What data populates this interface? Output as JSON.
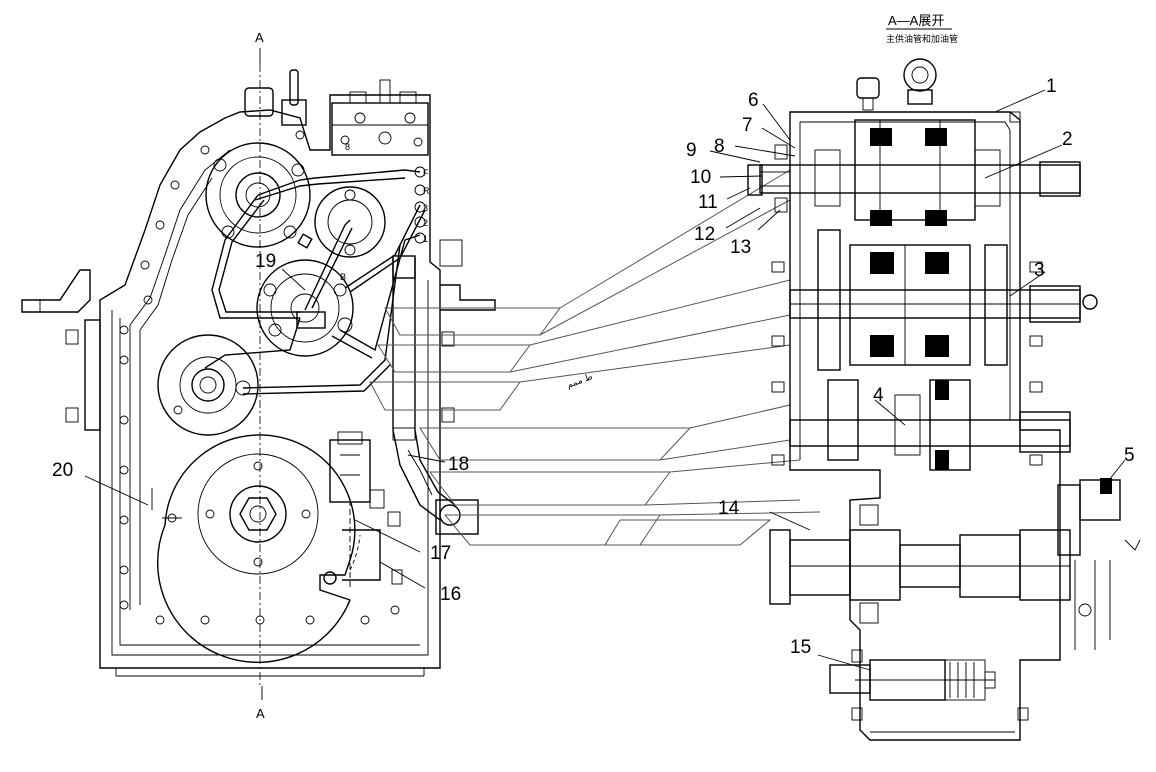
{
  "section": {
    "top_mark": "A",
    "bottom_mark": "A",
    "title": "A—A展开",
    "subtitle": "主供油管和加油管"
  },
  "port_labels": [
    "F",
    "R",
    "3",
    "2",
    "1"
  ],
  "callouts": [
    {
      "id": "1",
      "text": "1"
    },
    {
      "id": "2",
      "text": "2"
    },
    {
      "id": "3",
      "text": "3"
    },
    {
      "id": "4",
      "text": "4"
    },
    {
      "id": "5",
      "text": "5"
    },
    {
      "id": "6",
      "text": "6"
    },
    {
      "id": "7",
      "text": "7"
    },
    {
      "id": "8",
      "text": "8"
    },
    {
      "id": "9",
      "text": "9"
    },
    {
      "id": "10",
      "text": "10"
    },
    {
      "id": "11",
      "text": "11"
    },
    {
      "id": "12",
      "text": "12"
    },
    {
      "id": "13",
      "text": "13"
    },
    {
      "id": "14",
      "text": "14"
    },
    {
      "id": "15",
      "text": "15"
    },
    {
      "id": "16",
      "text": "16"
    },
    {
      "id": "17",
      "text": "17"
    },
    {
      "id": "18",
      "text": "18"
    },
    {
      "id": "19",
      "text": "19"
    },
    {
      "id": "20",
      "text": "20"
    }
  ]
}
